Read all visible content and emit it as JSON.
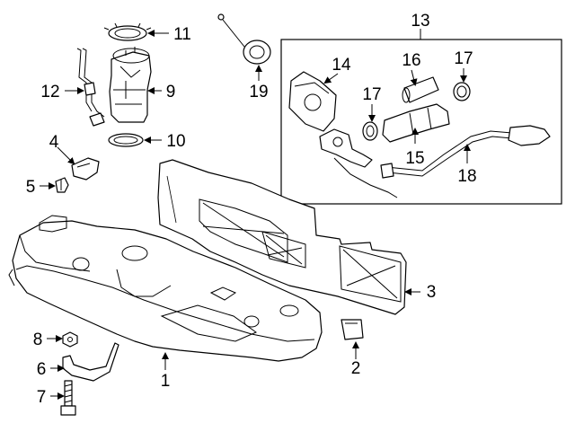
{
  "callouts": [
    {
      "id": "c1",
      "label": "1"
    },
    {
      "id": "c2",
      "label": "2"
    },
    {
      "id": "c3",
      "label": "3"
    },
    {
      "id": "c4",
      "label": "4"
    },
    {
      "id": "c5",
      "label": "5"
    },
    {
      "id": "c6",
      "label": "6"
    },
    {
      "id": "c7",
      "label": "7"
    },
    {
      "id": "c8",
      "label": "8"
    },
    {
      "id": "c9",
      "label": "9"
    },
    {
      "id": "c10",
      "label": "10"
    },
    {
      "id": "c11",
      "label": "11"
    },
    {
      "id": "c12",
      "label": "12"
    },
    {
      "id": "c13",
      "label": "13"
    },
    {
      "id": "c14",
      "label": "14"
    },
    {
      "id": "c15",
      "label": "15"
    },
    {
      "id": "c16",
      "label": "16"
    },
    {
      "id": "c17a",
      "label": "17"
    },
    {
      "id": "c17b",
      "label": "17"
    },
    {
      "id": "c18",
      "label": "18"
    },
    {
      "id": "c19",
      "label": "19"
    }
  ]
}
